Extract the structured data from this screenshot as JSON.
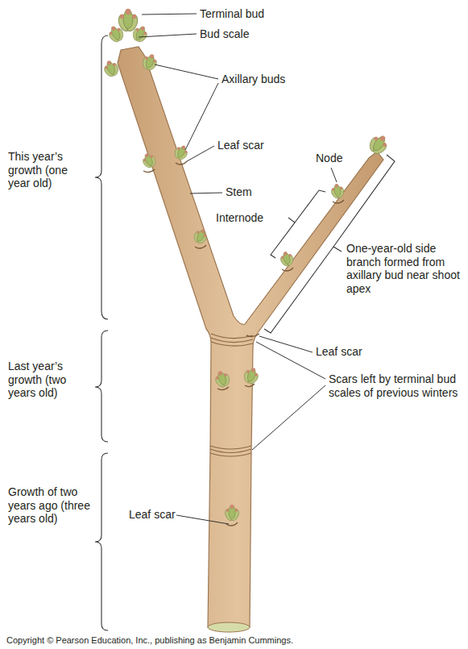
{
  "diagram": {
    "labels": [
      "Terminal bud",
      "Bud scale",
      "Axillary buds",
      "Leaf scar",
      "Stem",
      "Node",
      "This year’s growth (one year old)",
      "Internode",
      "One-year-old side branch formed from axillary bud near shoot apex",
      "Leaf scar",
      "Last year’s growth (two years old)",
      "Scars left by terminal bud scales of previous winters",
      "Growth of two years ago (three years old)",
      "Leaf scar",
      "Copyright © Pearson Education, Inc., publishing as Benjamin Cummings."
    ]
  }
}
